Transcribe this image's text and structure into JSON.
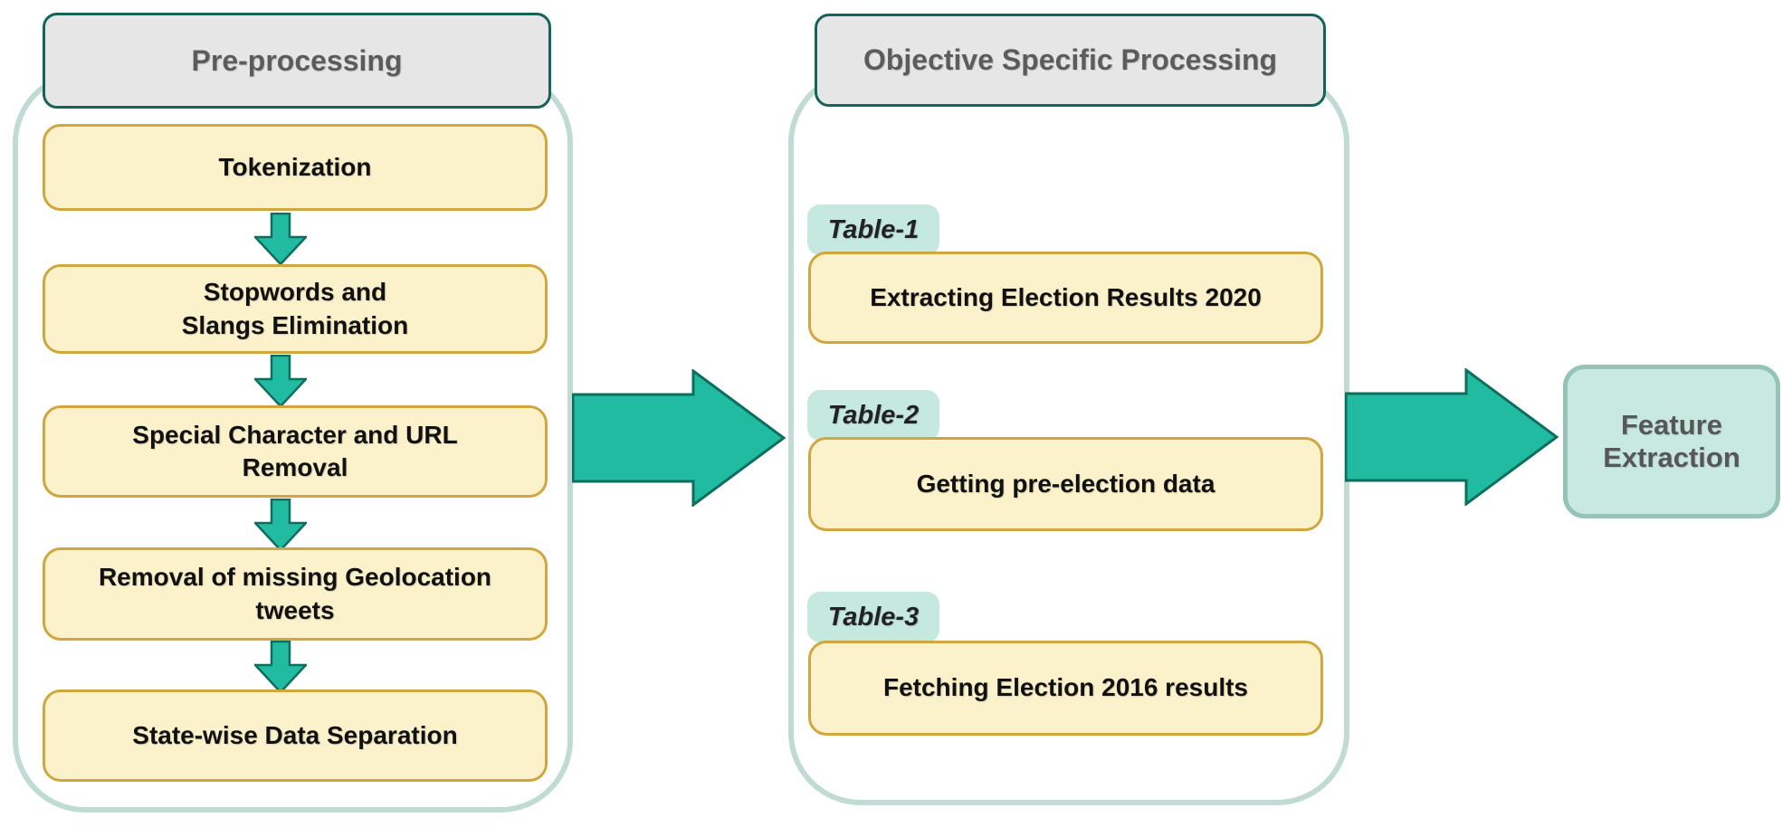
{
  "panels": {
    "preprocessing": {
      "title": "Pre-processing",
      "steps": [
        "Tokenization",
        "Stopwords and\nSlangs Elimination",
        "Special Character and URL\nRemoval",
        "Removal of missing Geolocation\ntweets",
        "State-wise Data Separation"
      ]
    },
    "objective": {
      "title": "Objective Specific Processing",
      "items": [
        {
          "tag": "Table-1",
          "label": "Extracting Election Results 2020"
        },
        {
          "tag": "Table-2",
          "label": "Getting pre-election data"
        },
        {
          "tag": "Table-3",
          "label": "Fetching Election 2016 results"
        }
      ]
    },
    "output": {
      "label": "Feature\nExtraction"
    }
  },
  "colors": {
    "panel_border": "#c0dbd4",
    "header_fill": "#e6e6e6",
    "header_border": "#14645a",
    "header_text": "#5c5c5c",
    "step_fill": "#fbf1cb",
    "step_border": "#cfa73e",
    "step_text": "#111111",
    "arrow_fill": "#21bba2",
    "arrow_stroke": "#0e6e5e",
    "tag_fill": "#c5e9de",
    "tag_text": "#222222",
    "output_fill": "#c7e9df",
    "output_border": "#96c2b8",
    "output_text": "#575757"
  }
}
